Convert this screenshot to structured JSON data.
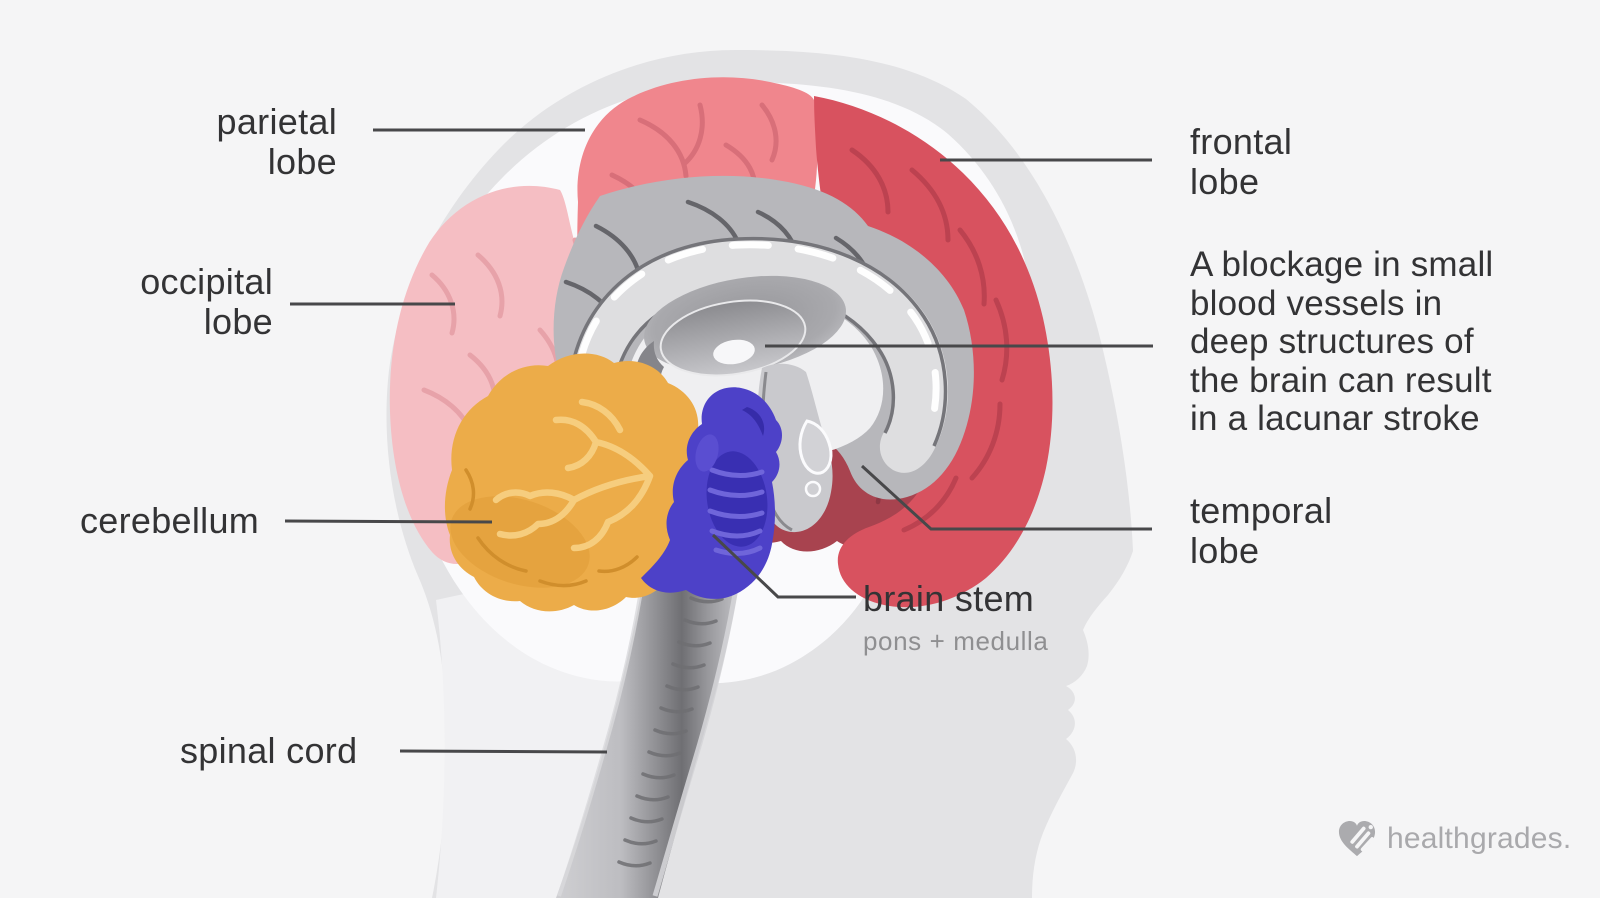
{
  "labels": {
    "parietal": {
      "line1": "parietal",
      "line2": "lobe"
    },
    "occipital": {
      "line1": "occipital",
      "line2": "lobe"
    },
    "cerebellum": {
      "text": "cerebellum"
    },
    "spinal_cord": {
      "text": "spinal cord"
    },
    "frontal": {
      "line1": "frontal",
      "line2": "lobe"
    },
    "temporal": {
      "line1": "temporal",
      "line2": "lobe"
    },
    "brain_stem": {
      "text": "brain stem",
      "subtext": "pons + medulla"
    }
  },
  "annotation": {
    "line1": "A blockage in small",
    "line2": "blood vessels in",
    "line3": "deep structures of",
    "line4": "the brain can result",
    "line5": "in a lacunar stroke"
  },
  "logo": {
    "text": "healthgrades."
  },
  "colors": {
    "background": "#F5F5F6",
    "head": "#E3E3E5",
    "skull_interior": "#FAFAFC",
    "neck": "#F1F1F3",
    "parietal": "#F0868D",
    "occipital": "#F5BEC3",
    "frontal": "#D8525F",
    "temporal": "#A8434F",
    "cerebellum": "#ECAC49",
    "brain_stem": "#4D41C8",
    "spinal_cord": "#9A9A9E",
    "label_text": "#333335",
    "sub_text": "#8F8F91",
    "leader": "#48484A",
    "logo": "#ABABAE"
  },
  "brain_parts": [
    {
      "name": "parietal lobe",
      "color": "#F0868D"
    },
    {
      "name": "occipital lobe",
      "color": "#F5BEC3"
    },
    {
      "name": "frontal lobe",
      "color": "#D8525F"
    },
    {
      "name": "temporal lobe",
      "color": "#A8434F"
    },
    {
      "name": "cerebellum",
      "color": "#ECAC49"
    },
    {
      "name": "brain stem (pons + medulla)",
      "color": "#4D41C8"
    },
    {
      "name": "spinal cord",
      "color": "#9A9A9E"
    },
    {
      "name": "lacunar stroke site (deep brain structure)",
      "color": "#F7F7F9"
    }
  ]
}
